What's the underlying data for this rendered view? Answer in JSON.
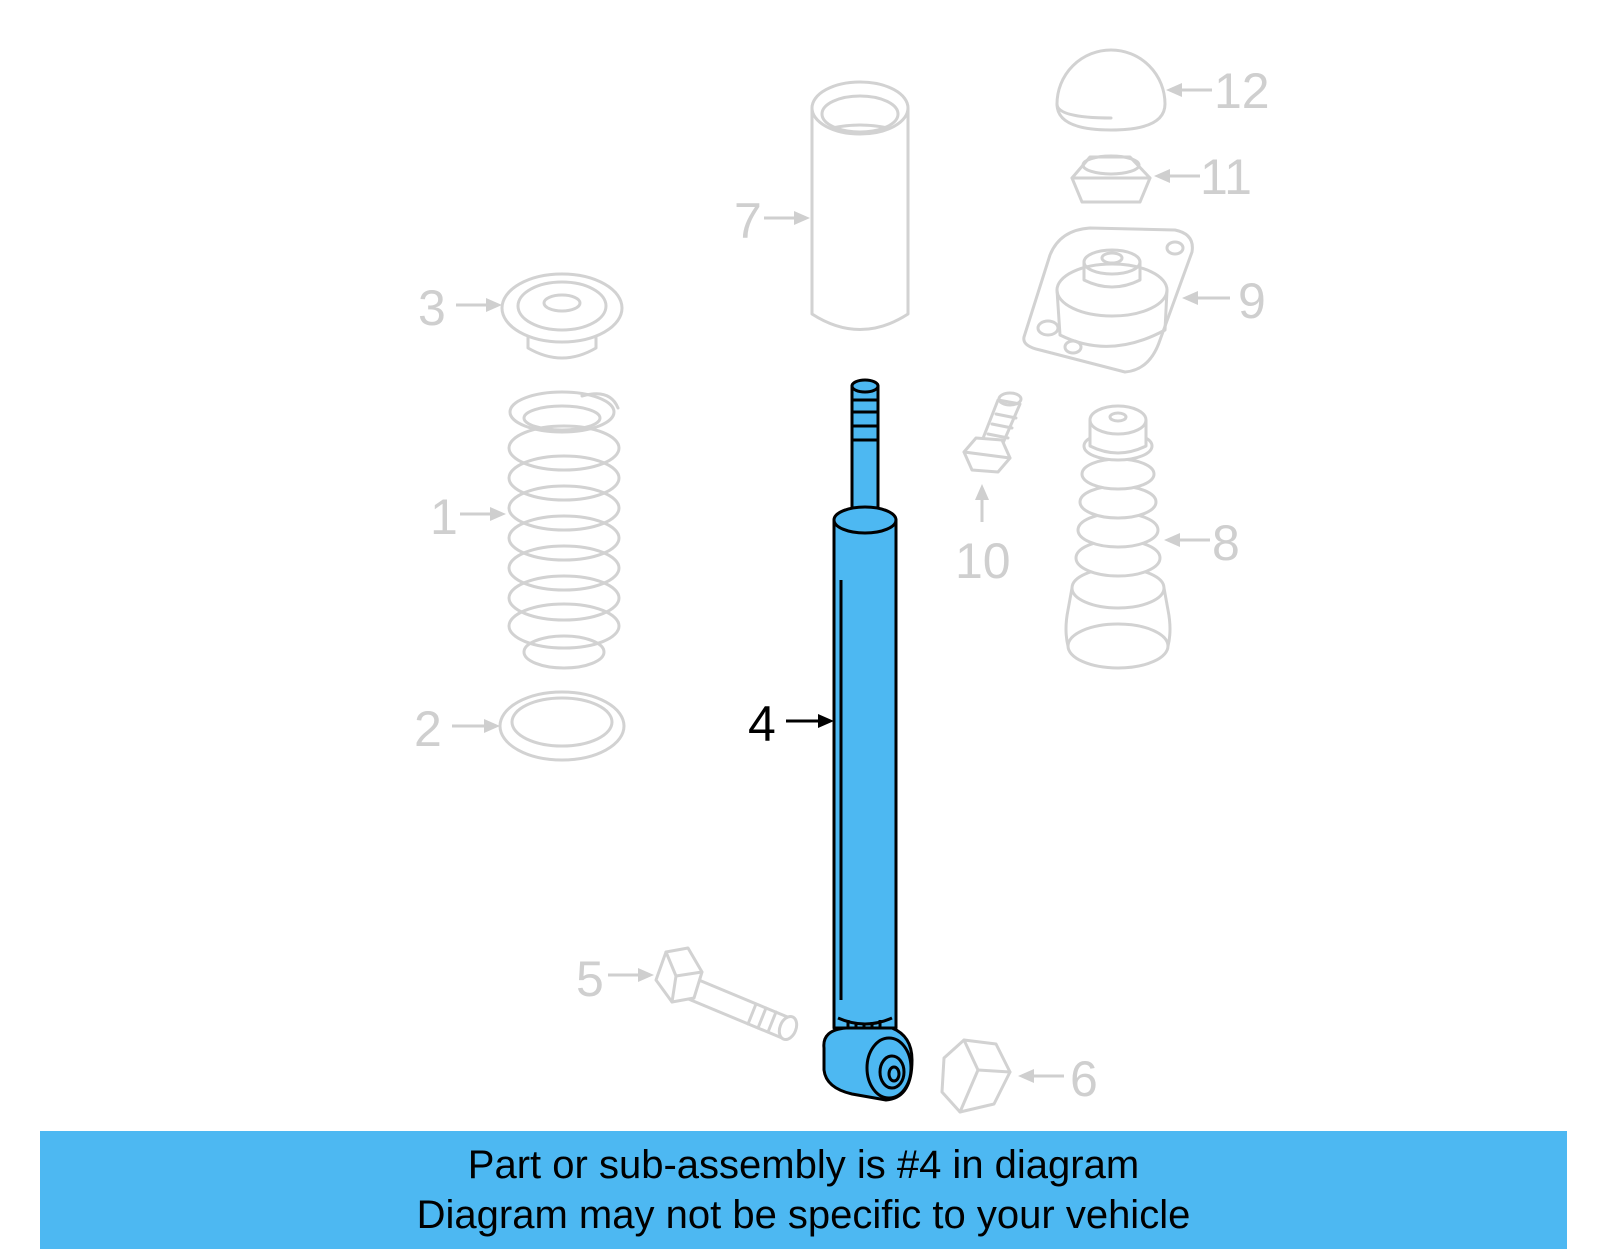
{
  "callouts": {
    "c1": "1",
    "c2": "2",
    "c3": "3",
    "c4": "4",
    "c5": "5",
    "c6": "6",
    "c7": "7",
    "c8": "8",
    "c9": "9",
    "c10": "10",
    "c11": "11",
    "c12": "12"
  },
  "highlight_part": "4",
  "colors": {
    "highlight": "#4db8f2",
    "ghost": "#d2d2d2",
    "banner": "#4db8f2"
  },
  "banner": {
    "line1": "Part or sub-assembly is #4 in diagram",
    "line2": "Diagram may not be specific to your vehicle"
  }
}
